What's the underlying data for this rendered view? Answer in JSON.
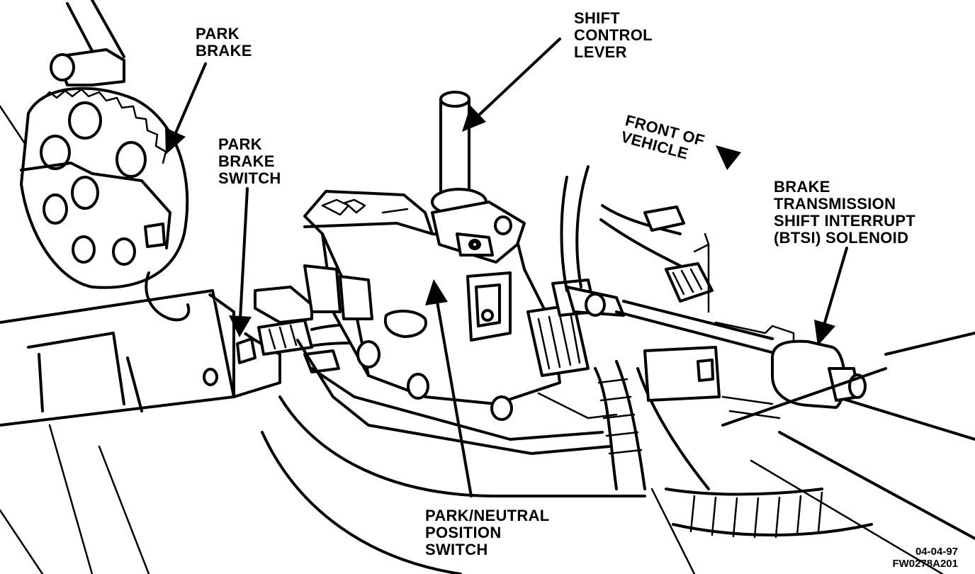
{
  "labels": {
    "park_brake": [
      "PARK",
      "BRAKE"
    ],
    "shift_control_lever": [
      "SHIFT",
      "CONTROL",
      "LEVER"
    ],
    "front_of_vehicle": [
      "FRONT OF",
      "VEHICLE"
    ],
    "park_brake_switch": [
      "PARK",
      "BRAKE",
      "SWITCH"
    ],
    "btsi_solenoid": [
      "BRAKE",
      "TRANSMISSION",
      "SHIFT INTERRUPT",
      "(BTSI) SOLENOID"
    ],
    "park_neutral_switch": [
      "PARK/NEUTRAL",
      "POSITION",
      "SWITCH"
    ]
  },
  "figure_code": [
    "04-04-97",
    "FW0278A201"
  ],
  "colors": {
    "ink": "#000000",
    "paper": "#ffffff"
  }
}
